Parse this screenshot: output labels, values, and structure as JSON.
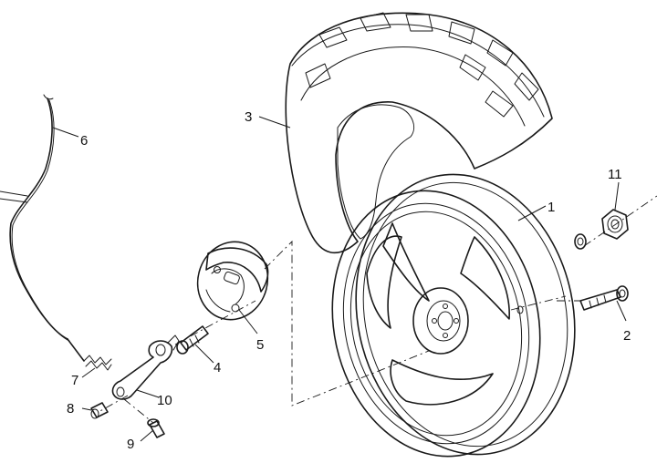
{
  "diagram": {
    "callouts": [
      {
        "id": "1",
        "text": "1"
      },
      {
        "id": "2",
        "text": "2"
      },
      {
        "id": "3",
        "text": "3"
      },
      {
        "id": "4",
        "text": "4"
      },
      {
        "id": "5",
        "text": "5"
      },
      {
        "id": "6",
        "text": "6"
      },
      {
        "id": "7",
        "text": "7"
      },
      {
        "id": "8",
        "text": "8"
      },
      {
        "id": "9",
        "text": "9"
      },
      {
        "id": "10",
        "text": "10"
      },
      {
        "id": "11",
        "text": "11"
      }
    ],
    "colors": {
      "ink": "#1a1a1a",
      "tire_fill": "#d9d9d9",
      "paper": "#ffffff"
    },
    "parts": [
      "wheel-rim",
      "valve-stem",
      "tire",
      "brake-cam-bolt",
      "brake-shoes",
      "brake-cable",
      "return-spring",
      "pin",
      "screw",
      "brake-lever",
      "axle-nut",
      "washer"
    ]
  }
}
